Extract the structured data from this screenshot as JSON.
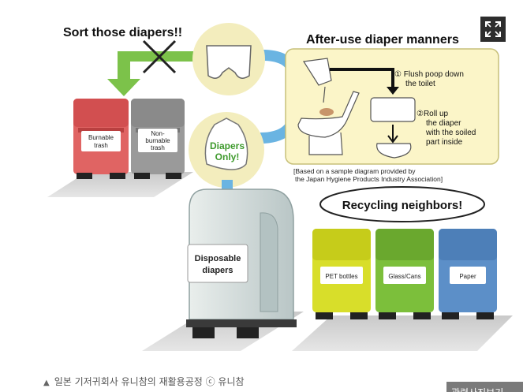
{
  "infographic": {
    "title_sort": "Sort those diapers!!",
    "title_manners": "After-use diaper manners",
    "step1_line1": "① Flush poop down",
    "step1_line2": "the toilet",
    "step2_line1": "②Roll up",
    "step2_line2": "the diaper",
    "step2_line3": "with the soiled",
    "step2_line4": "part inside",
    "source_line1": "[Based on a sample diagram provided by",
    "source_line2": "the Japan Hygiene Products Industry Association]",
    "recycling_label": "Recycling neighbors!",
    "bag_line1": "Diapers",
    "bag_line2": "Only!",
    "bin_burnable_1": "Burnable",
    "bin_burnable_2": "trash",
    "bin_nonburnable_1": "Non-",
    "bin_nonburnable_2": "burnable",
    "bin_nonburnable_3": "trash",
    "disposable_1": "Disposable",
    "disposable_2": "diapers",
    "bin_pet": "PET bottles",
    "bin_glass": "Glass/Cans",
    "bin_paper": "Paper"
  },
  "caption": {
    "text": "일본 기저귀회사 유니참의 재활용공정 ⓒ 유니참"
  },
  "controls": {
    "expand_icon": "fullscreen-icon",
    "related_photos": "관련사진보기"
  },
  "colors": {
    "arrow_green": "#7cc24a",
    "arrow_blue": "#6ab4e2",
    "bin_red": "#e06463",
    "bin_gray": "#9a9a9a",
    "bin_yellow": "#d8de2a",
    "bin_green": "#7cbf3b",
    "bin_blue": "#5c8fc8",
    "panel_bg": "#fbf5c8"
  }
}
